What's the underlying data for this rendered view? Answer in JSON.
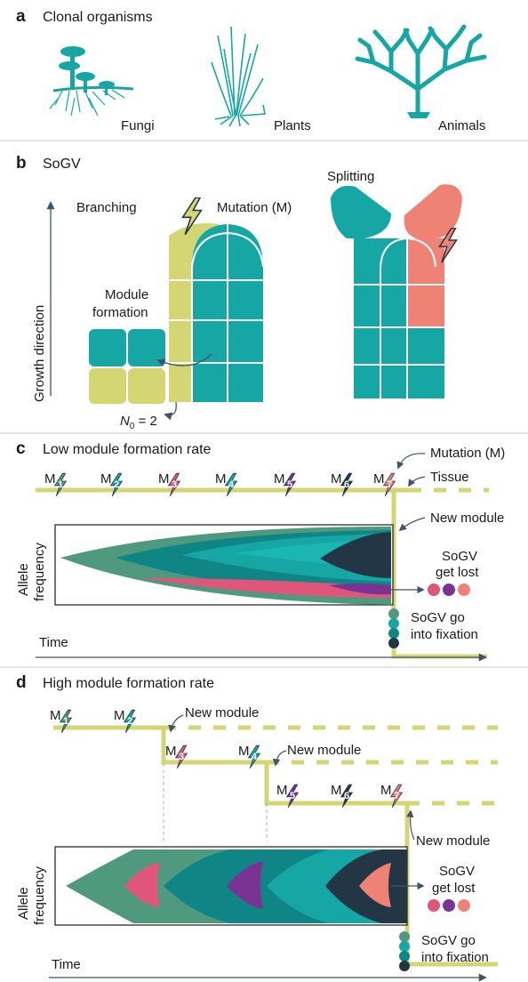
{
  "colors": {
    "teal": "#16a7a5",
    "dark_teal": "#0f8586",
    "sage": "#4f9a7f",
    "olive": "#d4d674",
    "pink": "#e0567a",
    "salmon": "#ee8375",
    "purple": "#7a3392",
    "navy": "#223646",
    "line": "#3f5566"
  },
  "panel_a": {
    "letter": "a",
    "title": "Clonal organisms",
    "labels": [
      "Fungi",
      "Plants",
      "Animals"
    ]
  },
  "panel_b": {
    "letter": "b",
    "title": "SoGV",
    "branching": "Branching",
    "splitting": "Splitting",
    "mutation": "Mutation (M)",
    "module_line1": "Module",
    "module_line2": "formation",
    "growth": "Growth direction",
    "n0_symbol": "N",
    "n0_sub": "0",
    "n0_rest": " = 2"
  },
  "panel_c": {
    "letter": "c",
    "title": "Low module formation rate",
    "mutation": "Mutation (M)",
    "tissue": "Tissue",
    "new_module": "New module",
    "sogv_lost_1": "SoGV",
    "sogv_lost_2": "get lost",
    "sogv_fix_1": "SoGV go",
    "sogv_fix_2": "into fixation",
    "yaxis_1": "Allele",
    "yaxis_2": "frequency",
    "xaxis": "Time",
    "m_letter": "M",
    "m_subs": [
      "1",
      "2",
      "3",
      "4",
      "5",
      "6",
      "7"
    ]
  },
  "panel_d": {
    "letter": "d",
    "title": "High module formation rate",
    "new_module": "New module",
    "sogv_lost_1": "SoGV",
    "sogv_lost_2": "get lost",
    "sogv_fix_1": "SoGV go",
    "sogv_fix_2": "into fixation",
    "yaxis_1": "Allele",
    "yaxis_2": "frequency",
    "xaxis": "Time",
    "m_letter": "M",
    "m_subs": [
      "1",
      "2",
      "3",
      "4",
      "5",
      "6",
      "7"
    ]
  }
}
